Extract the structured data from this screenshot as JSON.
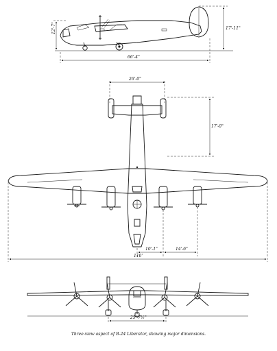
{
  "side_view": {
    "length_label": "66'-4\"",
    "height_label": "17'-11\"",
    "fuselage_height_label": "12'-7\""
  },
  "top_view": {
    "tail_span_label": "26'-0\"",
    "tail_length_label": "17'-0\"",
    "wingspan_label": "110'",
    "engine_spacing_inner_label": "10'-1\"",
    "engine_spacing_outer_label": "14'-6\""
  },
  "front_view": {
    "track_label": "25'-7½\""
  },
  "caption": "Three-view aspect of B-24 Liberator, showing major dimensions."
}
